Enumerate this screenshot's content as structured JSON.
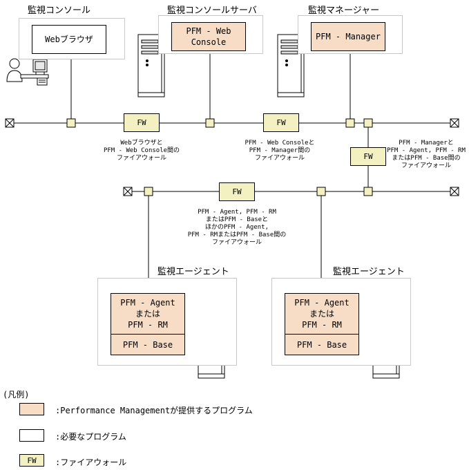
{
  "sections": {
    "console": "監視コンソール",
    "console_server": "監視コンソールサーバ",
    "manager": "監視マネージャー",
    "agent_left": "監視エージェント",
    "agent_right": "監視エージェント"
  },
  "boxes": {
    "web_browser": "Webブラウザ",
    "web_console": "PFM - Web\nConsole",
    "manager": "PFM - Manager",
    "agent_left": "PFM - Agent\nまたは\nPFM - RM",
    "base_left": "PFM - Base",
    "agent_right": "PFM - Agent\nまたは\nPFM - RM",
    "base_right": "PFM - Base"
  },
  "fw_label": "FW",
  "captions": {
    "fw1": [
      "Webブラウザと",
      "PFM - Web Console間の",
      "ファイアウォール"
    ],
    "fw2": [
      "PFM - Web Consoleと",
      "PFM - Manager間の",
      "ファイアウォール"
    ],
    "fw3": [
      "PFM - Managerと",
      "PFM - Agent, PFM - RM",
      "またはPFM - Base間の",
      "ファイアウォール"
    ],
    "fw4": [
      "PFM - Agent, PFM - RM",
      "またはPFM - Baseと",
      "ほかのPFM - Agent,",
      "PFM - RMまたはPFM - Base間の",
      "ファイアウォール"
    ]
  },
  "legend": {
    "title": "(凡例)",
    "items": [
      {
        "text": ":Performance Managementが提供するプログラム"
      },
      {
        "text": ":必要なプログラム"
      },
      {
        "text": ":ファイアウォール",
        "swatch": "FW"
      }
    ]
  },
  "colors": {
    "peach": "#f7dcc6",
    "fw": "#f3f1c2",
    "group_border": "#c8c8c8"
  }
}
